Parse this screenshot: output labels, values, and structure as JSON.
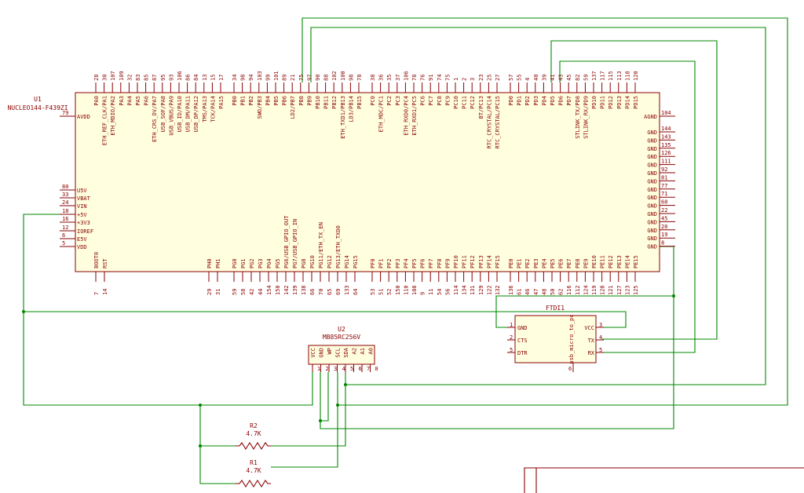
{
  "colors": {
    "body_fill": "#ffffe0",
    "outline": "#8a0000",
    "wire": "#008800",
    "text": "#8a0000",
    "background": "#ffffff"
  },
  "u1": {
    "ref": "U1",
    "value": "NUCLEO144-F439ZI",
    "top_pins": [
      {
        "num": "28",
        "label": "PA0"
      },
      {
        "num": "30",
        "label": "ETH_REF_CLK/PA1"
      },
      {
        "num": "107",
        "label": "ETH_MDIO/PA2"
      },
      {
        "num": "109",
        "label": "PA3"
      },
      {
        "num": "32",
        "label": "PA4"
      },
      {
        "num": "83",
        "label": "PA5"
      },
      {
        "num": "85",
        "label": "PA6"
      },
      {
        "num": "87",
        "label": "ETH_CRS_DV/PA7"
      },
      {
        "num": "95",
        "label": "USB_SOF/PA8"
      },
      {
        "num": "93",
        "label": "USB_VBUS/PA9"
      },
      {
        "num": "106",
        "label": "USB_ID/PA10"
      },
      {
        "num": "86",
        "label": "USB_DM/PA11"
      },
      {
        "num": "84",
        "label": "USB_DP/PA12"
      },
      {
        "num": "13",
        "label": "TMS/PA13"
      },
      {
        "num": "15",
        "label": "TCK/PA14"
      },
      {
        "num": "17",
        "label": "PA15"
      },
      {
        "num": "34",
        "label": "PB0"
      },
      {
        "num": "98",
        "label": "PB1"
      },
      {
        "num": "94",
        "label": "PB2"
      },
      {
        "num": "103",
        "label": "SWO/PB3"
      },
      {
        "num": "99",
        "label": "PB4"
      },
      {
        "num": "101",
        "label": "PB5"
      },
      {
        "num": "89",
        "label": "PB6"
      },
      {
        "num": "21",
        "label": "LD2/PB7"
      },
      {
        "num": "75",
        "label": "PB8"
      },
      {
        "num": "97",
        "label": "PB9"
      },
      {
        "num": "90",
        "label": "PB10"
      },
      {
        "num": "88",
        "label": "PB11"
      },
      {
        "num": "102",
        "label": "PB12"
      },
      {
        "num": "100",
        "label": "ETH_TXD1/PB13"
      },
      {
        "num": "98",
        "label": "LD3/PB14"
      },
      {
        "num": "78",
        "label": "PB15"
      },
      {
        "num": "38",
        "label": "PC0"
      },
      {
        "num": "36",
        "label": "ETH_MDC/PC1"
      },
      {
        "num": "35",
        "label": "PC2"
      },
      {
        "num": "37",
        "label": "PC3"
      },
      {
        "num": "106",
        "label": "ETH_RXD0/PC4"
      },
      {
        "num": "78",
        "label": "ETH_RXD1/PC5"
      },
      {
        "num": "76",
        "label": "PC6"
      },
      {
        "num": "91",
        "label": "PC7"
      },
      {
        "num": "74",
        "label": "PC8"
      },
      {
        "num": "75",
        "label": "PC9"
      },
      {
        "num": "1",
        "label": "PC10"
      },
      {
        "num": "2",
        "label": "PC11"
      },
      {
        "num": "3",
        "label": "PC12"
      },
      {
        "num": "23",
        "label": "BT/PC13"
      },
      {
        "num": "25",
        "label": "RTC_CRYSTAL/PC14"
      },
      {
        "num": "27",
        "label": "RTC_CRYSTAL/PC15"
      },
      {
        "num": "57",
        "label": "PD0"
      },
      {
        "num": "55",
        "label": "PD1"
      },
      {
        "num": "4",
        "label": "PD2"
      },
      {
        "num": "40",
        "label": "PD3"
      },
      {
        "num": "39",
        "label": "PD4"
      },
      {
        "num": "41",
        "label": "PD5"
      },
      {
        "num": "43",
        "label": "PD6"
      },
      {
        "num": "45",
        "label": "PD7"
      },
      {
        "num": "82",
        "label": "STLINK_TX/PD8"
      },
      {
        "num": "59",
        "label": "STLINK_RX/PD9"
      },
      {
        "num": "137",
        "label": "PD10"
      },
      {
        "num": "117",
        "label": "PD11"
      },
      {
        "num": "115",
        "label": "PD12"
      },
      {
        "num": "113",
        "label": "PD13"
      },
      {
        "num": "118",
        "label": "PD14"
      },
      {
        "num": "120",
        "label": "PD15"
      }
    ],
    "bottom_pins": [
      {
        "num": "7",
        "label": "BOOT0"
      },
      {
        "num": "14",
        "label": "RST"
      },
      {
        "num": "29",
        "label": "PH0"
      },
      {
        "num": "31",
        "label": "PH1"
      },
      {
        "num": "59",
        "label": "PG0"
      },
      {
        "num": "58",
        "label": "PG1"
      },
      {
        "num": "42",
        "label": "PG2"
      },
      {
        "num": "44",
        "label": "PG3"
      },
      {
        "num": "154",
        "label": "PG4"
      },
      {
        "num": "150",
        "label": "PG5"
      },
      {
        "num": "142",
        "label": "PG6/USB_GPIO_OUT"
      },
      {
        "num": "139",
        "label": "PG7/USB_GPIO_IN"
      },
      {
        "num": "138",
        "label": "PG8"
      },
      {
        "num": "66",
        "label": "PG10"
      },
      {
        "num": "70",
        "label": "PG11/ETH_TX_EN"
      },
      {
        "num": "65",
        "label": "PG12"
      },
      {
        "num": "69",
        "label": "PG13/ETH_TXD0"
      },
      {
        "num": "133",
        "label": "PG14"
      },
      {
        "num": "64",
        "label": "PG15"
      },
      {
        "num": "53",
        "label": "PF0"
      },
      {
        "num": "51",
        "label": "PF1"
      },
      {
        "num": "52",
        "label": "PF2"
      },
      {
        "num": "150",
        "label": "PF3"
      },
      {
        "num": "110",
        "label": "PF4"
      },
      {
        "num": "108",
        "label": "PF5"
      },
      {
        "num": "9",
        "label": "PF6"
      },
      {
        "num": "11",
        "label": "PF7"
      },
      {
        "num": "54",
        "label": "PF8"
      },
      {
        "num": "56",
        "label": "PF9"
      },
      {
        "num": "114",
        "label": "PF10"
      },
      {
        "num": "134",
        "label": "PF11"
      },
      {
        "num": "131",
        "label": "PF12"
      },
      {
        "num": "129",
        "label": "PF13"
      },
      {
        "num": "122",
        "label": "PF14"
      },
      {
        "num": "132",
        "label": "PF15"
      },
      {
        "num": "136",
        "label": "PE0"
      },
      {
        "num": "61",
        "label": "PE1"
      },
      {
        "num": "46",
        "label": "PE2"
      },
      {
        "num": "47",
        "label": "PE3"
      },
      {
        "num": "48",
        "label": "PE4"
      },
      {
        "num": "50",
        "label": "PE5"
      },
      {
        "num": "62",
        "label": "PE6"
      },
      {
        "num": "116",
        "label": "PE7"
      },
      {
        "num": "112",
        "label": "PE8"
      },
      {
        "num": "124",
        "label": "PE9"
      },
      {
        "num": "119",
        "label": "PE10"
      },
      {
        "num": "128",
        "label": "PE11"
      },
      {
        "num": "121",
        "label": "PE12"
      },
      {
        "num": "127",
        "label": "PE13"
      },
      {
        "num": "123",
        "label": "PE14"
      },
      {
        "num": "125",
        "label": "PE15"
      }
    ],
    "left_pins": [
      {
        "num": "79",
        "label": "AVDD"
      },
      {
        "num": "80",
        "label": "U5V"
      },
      {
        "num": "33",
        "label": "VBAT"
      },
      {
        "num": "24",
        "label": "VIN"
      },
      {
        "num": "18",
        "label": "+5V"
      },
      {
        "num": "16",
        "label": "+3V3"
      },
      {
        "num": "12",
        "label": "IOREF"
      },
      {
        "num": "6",
        "label": "E5V"
      },
      {
        "num": "5",
        "label": "VDD"
      }
    ],
    "right_pins": [
      {
        "num": "104",
        "label": "AGND"
      },
      {
        "num": "144",
        "label": "GND"
      },
      {
        "num": "143",
        "label": "GND"
      },
      {
        "num": "135",
        "label": "GND"
      },
      {
        "num": "126",
        "label": "GND"
      },
      {
        "num": "111",
        "label": "GND"
      },
      {
        "num": "92",
        "label": "GND"
      },
      {
        "num": "81",
        "label": "GND"
      },
      {
        "num": "77",
        "label": "GND"
      },
      {
        "num": "71",
        "label": "GND"
      },
      {
        "num": "60",
        "label": "GND"
      },
      {
        "num": "22",
        "label": "GND"
      },
      {
        "num": "45",
        "label": "GND"
      },
      {
        "num": "20",
        "label": "GND"
      },
      {
        "num": "19",
        "label": "GND"
      },
      {
        "num": "8",
        "label": "GND"
      }
    ]
  },
  "u2": {
    "ref": "U2",
    "value": "MB85RC256V",
    "pins": [
      {
        "num": "1",
        "label": "VCC"
      },
      {
        "num": "2",
        "label": "GND"
      },
      {
        "num": "3",
        "label": "WP"
      },
      {
        "num": "4",
        "label": "SCL"
      },
      {
        "num": "5",
        "label": "SDA"
      },
      {
        "num": "6",
        "label": "A2"
      },
      {
        "num": "7",
        "label": "A1"
      },
      {
        "num": "8",
        "label": "A0"
      }
    ]
  },
  "ftdi": {
    "ref": "FTDI1",
    "value": "usb_micro_to_pc",
    "left_pins": [
      {
        "num": "1",
        "label": "GND"
      },
      {
        "num": "2",
        "label": "CTS"
      },
      {
        "num": "5",
        "label": "DTR"
      }
    ],
    "right_pins": [
      {
        "num": "3",
        "label": "VCC"
      },
      {
        "num": "4",
        "label": "TX"
      },
      {
        "num": "5",
        "label": "RX"
      }
    ],
    "bottom_pin": {
      "num": "6"
    }
  },
  "r1": {
    "ref": "R1",
    "value": "4.7K"
  },
  "r2": {
    "ref": "R2",
    "value": "4.7K"
  }
}
